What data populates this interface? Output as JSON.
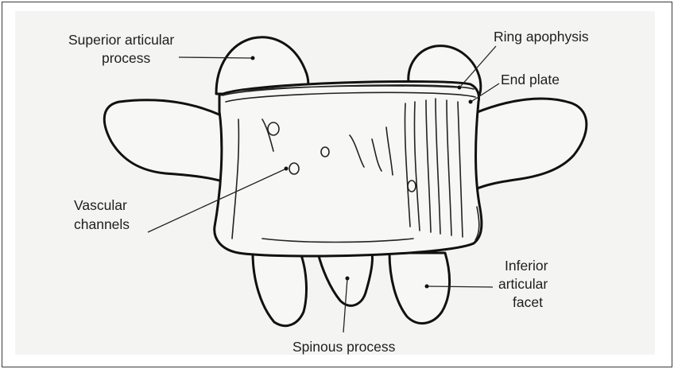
{
  "diagram": {
    "labels": {
      "superior_articular_process": [
        "Superior articular",
        "process"
      ],
      "ring_apophysis": "Ring apophysis",
      "end_plate": "End plate",
      "vascular_channels": [
        "Vascular",
        "channels"
      ],
      "inferior_articular_facet": [
        "Inferior",
        "articular",
        "facet"
      ],
      "spinous_process": "Spinous process"
    }
  }
}
